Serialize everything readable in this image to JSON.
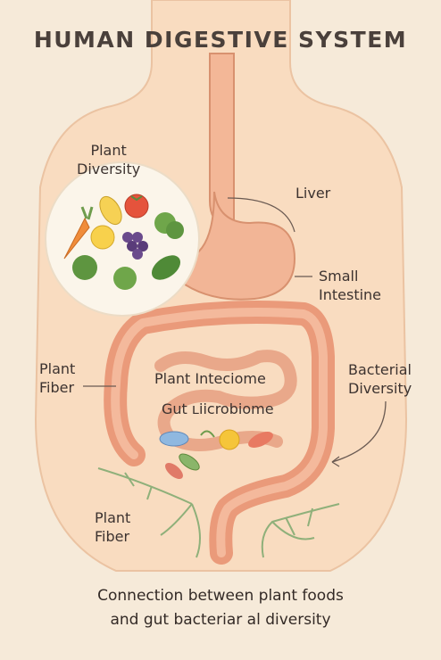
{
  "title": "HUMAN DIGESTIVE SYSTEM",
  "labels": {
    "plant_diversity": [
      "Plant",
      "Diversity"
    ],
    "liver": "Liver",
    "small_intestine": [
      "Small",
      "Intestine"
    ],
    "plant_fiber_left": [
      "Plant",
      "Fiber"
    ],
    "bacterial_diversity": [
      "Bacterial",
      "Diversity"
    ],
    "plant_inteciome": "Plant Inteciome",
    "gut_microbiome": "Gut ʟiicrobiome",
    "plant_fiber_bottom": [
      "Plant",
      "Fiber"
    ]
  },
  "caption": [
    "Connection between plant foods",
    "and gut bacteriar al diversity"
  ],
  "colors": {
    "background": "#f6ead9",
    "body": "#f9dcc0",
    "organ": "#eda586",
    "organ_stroke": "#d27a5e",
    "fiber": "#8fb07a"
  },
  "icons": [
    "carrot-icon",
    "corn-icon",
    "tomato-icon",
    "broccoli-icon",
    "lemon-icon",
    "grapes-icon",
    "leafy-greens-icon",
    "bacteria-icon"
  ]
}
